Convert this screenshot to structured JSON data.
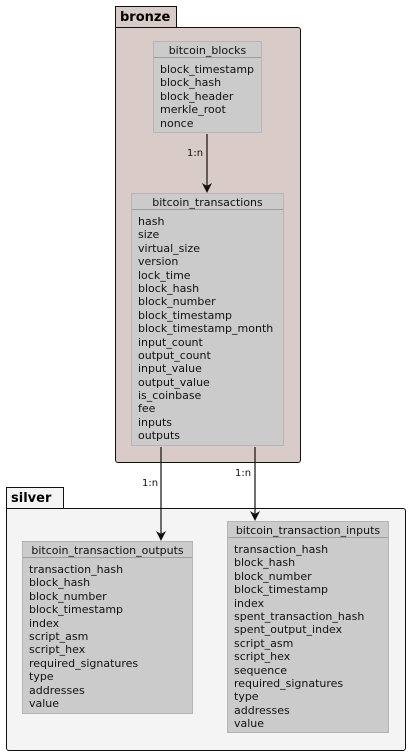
{
  "packages": {
    "bronze": {
      "name": "bronze"
    },
    "silver": {
      "name": "silver"
    }
  },
  "tables": {
    "bitcoin_blocks": {
      "title": "bitcoin_blocks",
      "fields": [
        "block_timestamp",
        "block_hash",
        "block_header",
        "merkle_root",
        "nonce"
      ]
    },
    "bitcoin_transactions": {
      "title": "bitcoin_transactions",
      "fields": [
        "hash",
        "size",
        "virtual_size",
        "version",
        "lock_time",
        "block_hash",
        "block_number",
        "block_timestamp",
        "block_timestamp_month",
        "input_count",
        "output_count",
        "input_value",
        "output_value",
        "is_coinbase",
        "fee",
        "inputs",
        "outputs"
      ]
    },
    "bitcoin_transaction_outputs": {
      "title": "bitcoin_transaction_outputs",
      "fields": [
        "transaction_hash",
        "block_hash",
        "block_number",
        "block_timestamp",
        "index",
        "script_asm",
        "script_hex",
        "required_signatures",
        "type",
        "addresses",
        "value"
      ]
    },
    "bitcoin_transaction_inputs": {
      "title": "bitcoin_transaction_inputs",
      "fields": [
        "transaction_hash",
        "block_hash",
        "block_number",
        "block_timestamp",
        "index",
        "spent_transaction_hash",
        "spent_output_index",
        "script_asm",
        "script_hex",
        "sequence",
        "required_signatures",
        "type",
        "addresses",
        "value"
      ]
    }
  },
  "relations": [
    {
      "from": "bitcoin_blocks",
      "to": "bitcoin_transactions",
      "cardinality": "1:n"
    },
    {
      "from": "bitcoin_transactions",
      "to": "bitcoin_transaction_outputs",
      "cardinality": "1:n"
    },
    {
      "from": "bitcoin_transactions",
      "to": "bitcoin_transaction_inputs",
      "cardinality": "1:n"
    }
  ]
}
